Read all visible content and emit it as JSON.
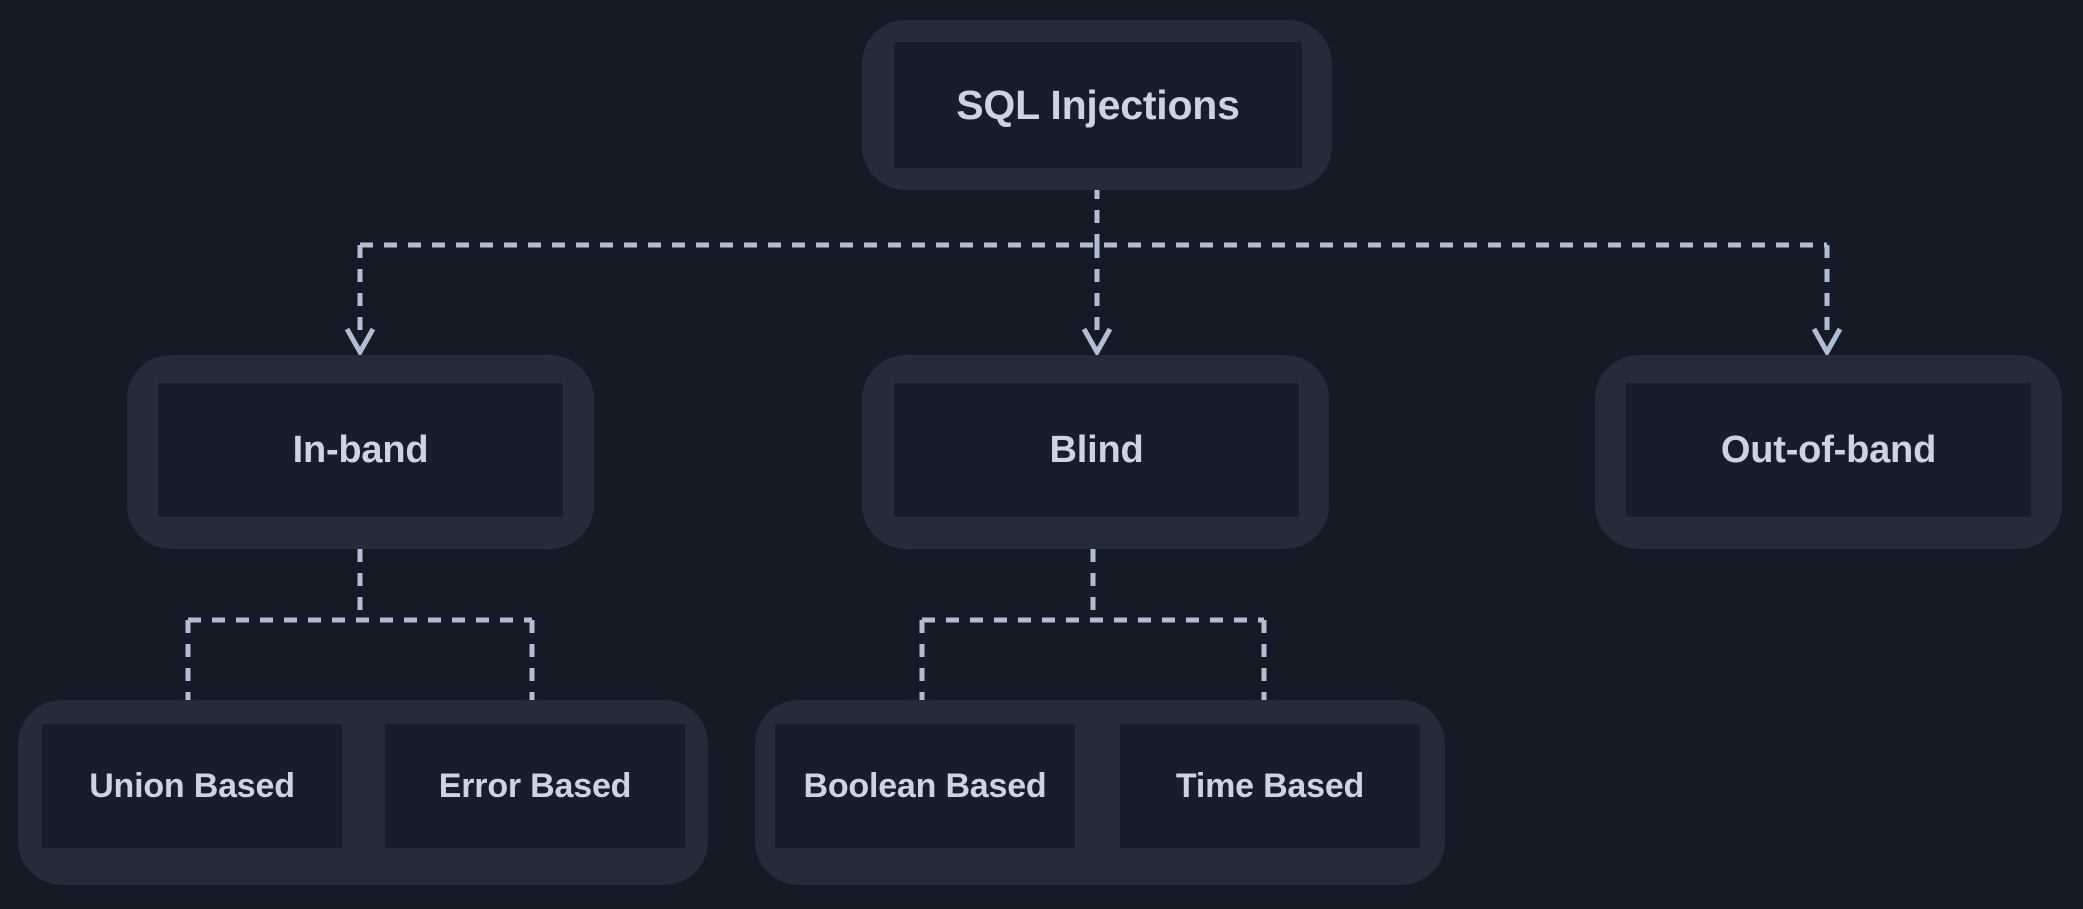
{
  "diagram": {
    "title": "SQL Injections",
    "type": "flowchart",
    "direction": "top-down",
    "colors": {
      "background": "#141b26",
      "cluster_fill": "#242c3a",
      "node_fill": "#161d2b",
      "text": "#ccd4e3",
      "edge": "#b0bdd4"
    },
    "levels": [
      {
        "level": 1,
        "nodes": [
          {
            "id": "sql-injections",
            "label": "SQL Injections"
          }
        ]
      },
      {
        "level": 2,
        "nodes": [
          {
            "id": "in-band",
            "label": "In-band"
          },
          {
            "id": "blind",
            "label": "Blind"
          },
          {
            "id": "out-of-band",
            "label": "Out-of-band"
          }
        ]
      },
      {
        "level": 3,
        "nodes": [
          {
            "id": "union-based",
            "label": "Union Based"
          },
          {
            "id": "error-based",
            "label": "Error Based"
          },
          {
            "id": "boolean-based",
            "label": "Boolean Based"
          },
          {
            "id": "time-based",
            "label": "Time Based"
          }
        ]
      }
    ],
    "edges": [
      {
        "from": "sql-injections",
        "to": "in-band",
        "style": "dashed",
        "arrow": "open"
      },
      {
        "from": "sql-injections",
        "to": "blind",
        "style": "dashed",
        "arrow": "open"
      },
      {
        "from": "sql-injections",
        "to": "out-of-band",
        "style": "dashed",
        "arrow": "open"
      },
      {
        "from": "in-band",
        "to": "union-based",
        "style": "dashed",
        "arrow": "open"
      },
      {
        "from": "in-band",
        "to": "error-based",
        "style": "dashed",
        "arrow": "open"
      },
      {
        "from": "blind",
        "to": "boolean-based",
        "style": "dashed",
        "arrow": "open"
      },
      {
        "from": "blind",
        "to": "time-based",
        "style": "dashed",
        "arrow": "open"
      }
    ]
  }
}
